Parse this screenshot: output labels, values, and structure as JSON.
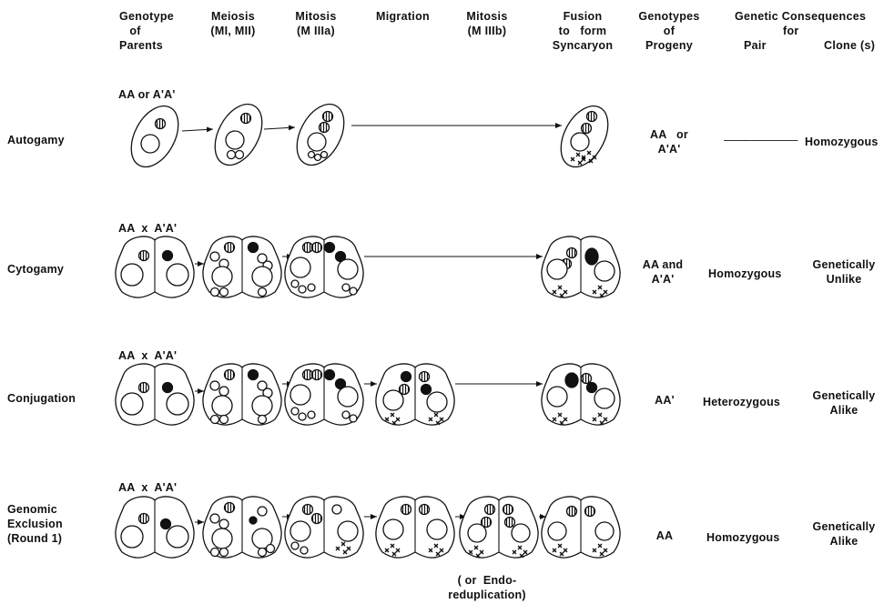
{
  "headers": {
    "parents": "Genotype\n   of\nParents",
    "meiosis": "Meiosis\n(MI, MII)",
    "mitosis_a": "Mitosis\n(M IIIa)",
    "migration": "Migration",
    "mitosis_b": "Mitosis\n(M IIIb)",
    "fusion": "Fusion\nto   form\nSyncaryon",
    "progeny": "Genotypes\nof\nProgeny",
    "consequences": "Genetic Consequences",
    "for": "for",
    "pair": "Pair",
    "clones": "Clone (s)"
  },
  "rows": [
    {
      "name": "Autogamy",
      "cross": "AA or A'A'",
      "progeny": "AA   or\nA'A'",
      "pair": "———————",
      "clone": "Homozygous"
    },
    {
      "name": "Cytogamy",
      "cross": "AA  x  A'A'",
      "progeny": "AA and\nA'A'",
      "pair": "Homozygous",
      "clone": "Genetically\nUnlike"
    },
    {
      "name": "Conjugation",
      "cross": "AA  x  A'A'",
      "progeny": "AA'",
      "pair": "Heterozygous",
      "clone": "Genetically\nAlike"
    },
    {
      "name": "Genomic\nExclusion\n(Round 1)",
      "cross": "AA  x  A'A'",
      "progeny": "AA",
      "pair": "Homozygous",
      "clone": "Genetically\nAlike"
    }
  ],
  "footnote": "( or  Endo-\nreduplication)"
}
